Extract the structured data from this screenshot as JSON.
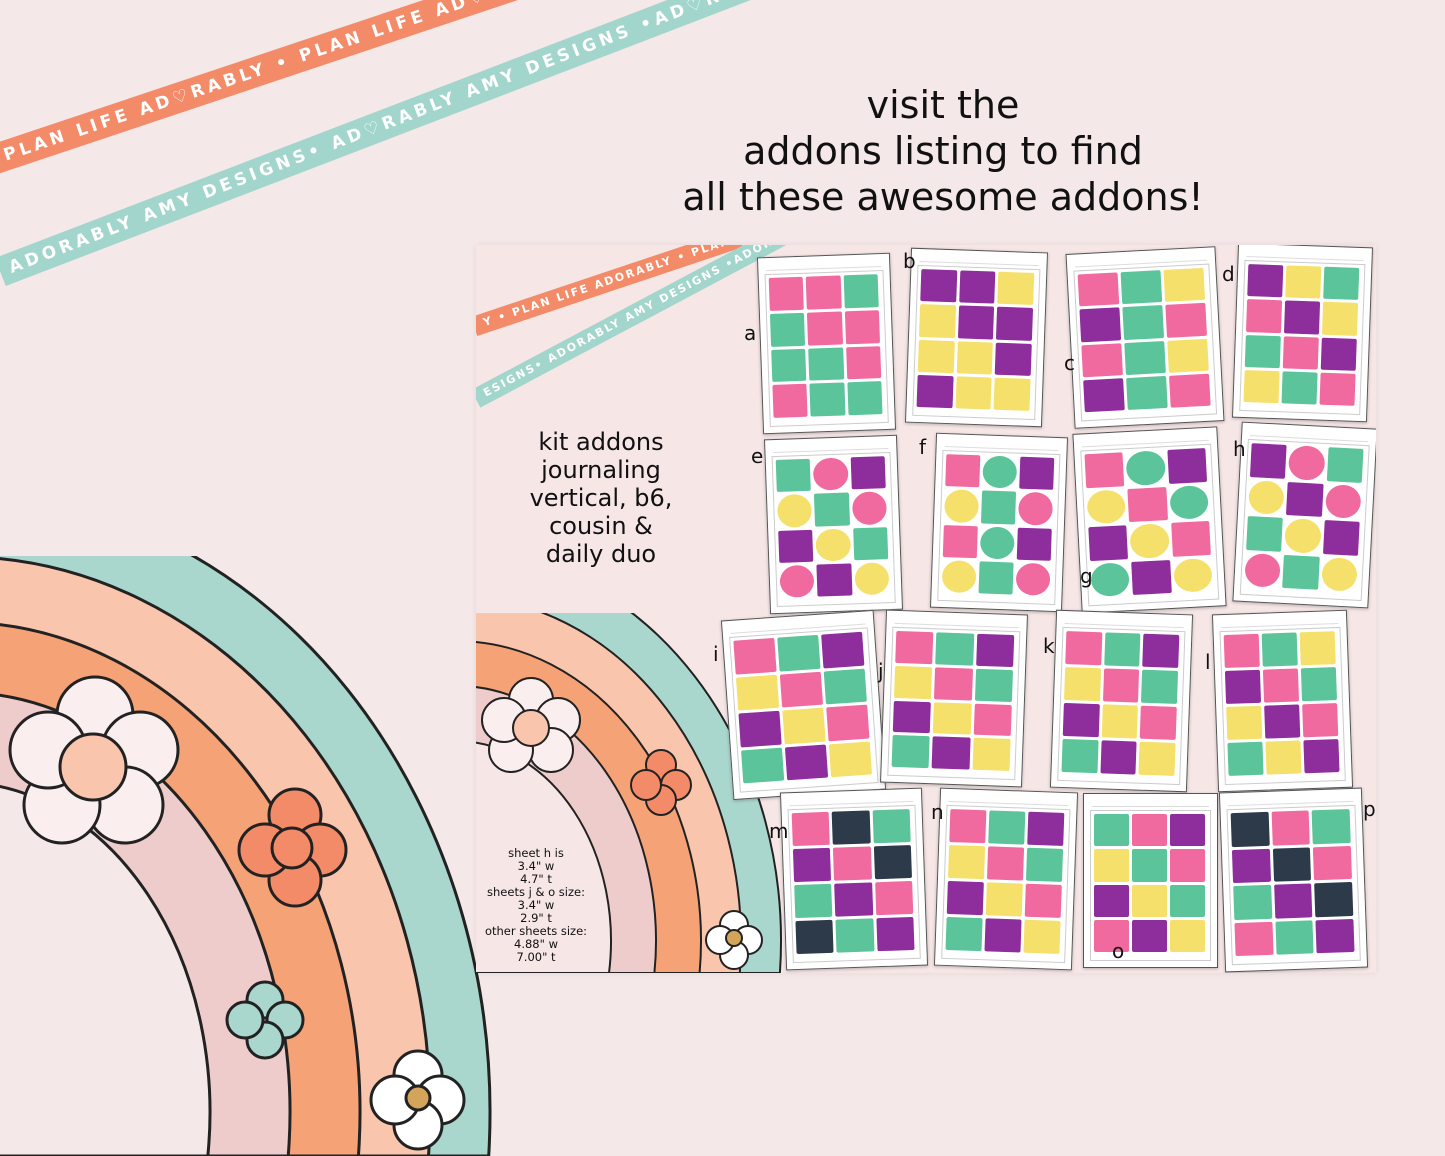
{
  "ribbons": {
    "orange_text": "PLAN LIFE AD♡RABLY • PLAN LIFE AD♡RABLY • PLAN LIFE AD♡RABLY",
    "teal_text": "ADORABLY AMY DESIGNS• AD♡RABLY AMY DESIGNS •AD♡RABLY AMY DESIGNS",
    "inner_orange_text": "Y • PLAN LIFE ADORABLY • PLAN",
    "inner_teal_text": "ESIGNS• ADORABLY AMY DESIGNS •ADORA"
  },
  "heading": {
    "line1": "visit the",
    "line2": "addons listing to find",
    "line3": "all these awesome addons!"
  },
  "panel": {
    "kit_title": [
      "kit addons",
      "journaling",
      "vertical, b6,",
      "cousin &",
      "daily duo"
    ],
    "sizes": [
      "sheet h is",
      "3.4\" w",
      "4.7\" t",
      "sheets j & o size:",
      "3.4\" w",
      "2.9\" t",
      "other sheets size:",
      "4.88\" w",
      "7.00\" t"
    ]
  },
  "colors": {
    "background": "#f5e8e8",
    "orange": "#f38b69",
    "teal": "#a2d5cb",
    "peach": "#f9c5ad",
    "coral": "#f5a276",
    "pink": "#efcccc",
    "pink_sheet": "#f06aa0",
    "green_sheet": "#5cc49a",
    "purple_sheet": "#8e2d9c",
    "yellow_sheet": "#f5e06c"
  },
  "sheets": [
    {
      "letter": "a",
      "palette": [
        "#f06aa0",
        "#f06aa0",
        "#5cc49a",
        "#5cc49a"
      ]
    },
    {
      "letter": "b",
      "palette": [
        "#8e2d9c",
        "#8e2d9c",
        "#f5e06c",
        "#f5e06c"
      ]
    },
    {
      "letter": "c",
      "palette": [
        "#f06aa0",
        "#5cc49a",
        "#f5e06c",
        "#8e2d9c",
        "#5cc49a",
        "#f06aa0"
      ]
    },
    {
      "letter": "d",
      "palette": [
        "#8e2d9c",
        "#f5e06c",
        "#5cc49a",
        "#f06aa0"
      ]
    },
    {
      "letter": "e",
      "palette": [
        "#5cc49a",
        "#f06aa0",
        "#8e2d9c",
        "#f5e06c"
      ]
    },
    {
      "letter": "f",
      "palette": [
        "#f06aa0",
        "#5cc49a",
        "#8e2d9c",
        "#f5e06c",
        "#5cc49a",
        "#f06aa0"
      ]
    },
    {
      "letter": "g",
      "palette": [
        "#f06aa0",
        "#5cc49a",
        "#8e2d9c",
        "#f5e06c"
      ]
    },
    {
      "letter": "h",
      "palette": [
        "#8e2d9c",
        "#f06aa0",
        "#5cc49a",
        "#f5e06c"
      ]
    },
    {
      "letter": "i",
      "palette": [
        "#f06aa0",
        "#5cc49a",
        "#8e2d9c",
        "#f5e06c"
      ]
    },
    {
      "letter": "j",
      "palette": [
        "#f06aa0",
        "#5cc49a",
        "#8e2d9c",
        "#f5e06c"
      ]
    },
    {
      "letter": "k",
      "palette": [
        "#f06aa0",
        "#5cc49a",
        "#8e2d9c",
        "#f5e06c"
      ]
    },
    {
      "letter": "l",
      "palette": [
        "#f06aa0",
        "#5cc49a",
        "#f5e06c",
        "#8e2d9c"
      ]
    },
    {
      "letter": "m",
      "palette": [
        "#f06aa0",
        "#2d3a4a",
        "#5cc49a",
        "#8e2d9c"
      ]
    },
    {
      "letter": "n",
      "palette": [
        "#f06aa0",
        "#5cc49a",
        "#8e2d9c",
        "#f5e06c"
      ]
    },
    {
      "letter": "o",
      "palette": [
        "#5cc49a",
        "#f06aa0",
        "#8e2d9c",
        "#f5e06c"
      ]
    },
    {
      "letter": "p",
      "palette": [
        "#2d3a4a",
        "#f06aa0",
        "#5cc49a",
        "#8e2d9c"
      ]
    }
  ]
}
